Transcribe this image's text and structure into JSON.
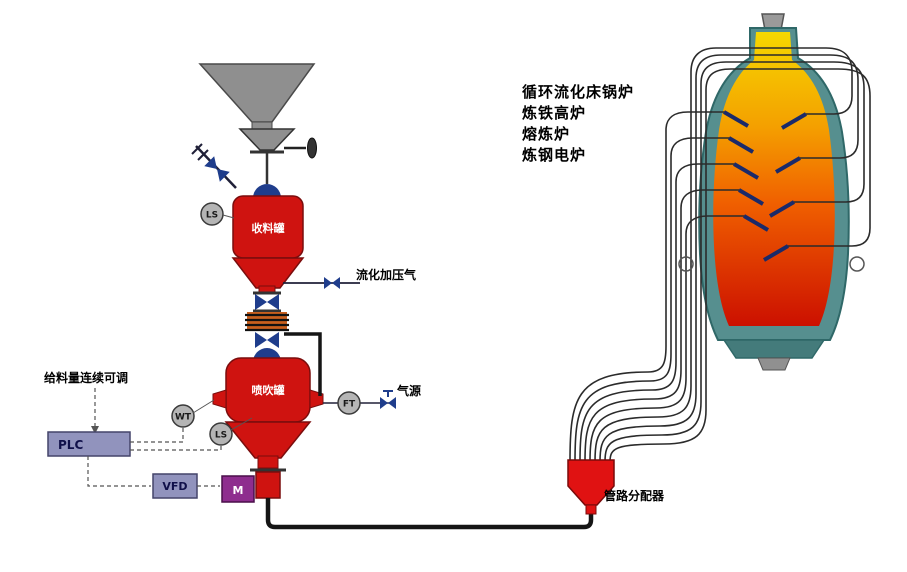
{
  "labels": {
    "feed_note": "给料量连续可调",
    "receiving_tank": "收料罐",
    "injection_tank": "喷吹罐",
    "fluidizing_gas": "流化加压气",
    "gas_source": "气源",
    "pipe_distributor": "管路分配器",
    "plc": "PLC",
    "vfd": "VFD",
    "motor": "M",
    "sensor_wt": "WT",
    "sensor_ls_upper": "LS",
    "sensor_ls_lower": "LS",
    "sensor_ft": "FT"
  },
  "applications": [
    "循环流化床锅炉",
    "炼铁高炉",
    "熔炼炉",
    "炼钢电炉"
  ],
  "colors": {
    "vessel": "#cf1310",
    "valve": "#1f3d8c",
    "hopper": "#8f8f8f",
    "panel": "#9193bd",
    "motor": "#8e2d8e",
    "shell": "#568f8f",
    "shell_dark": "#2f6868",
    "flame_top": "#f6d800",
    "flame_hi": "#f4a000",
    "flame_mid": "#f06000",
    "flame_low": "#cc1000",
    "distributor": "#e01212",
    "pipe": "#2b2b2b",
    "sensor": "#b5b5b5",
    "bellows": "#c85f1d"
  }
}
